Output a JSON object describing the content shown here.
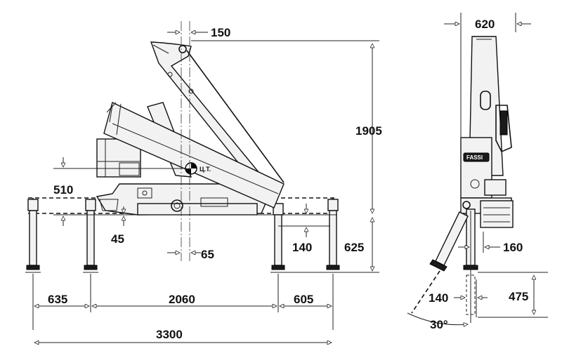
{
  "side_view": {
    "cog_label": "Ц.Т.",
    "dims": {
      "boom_offset": "150",
      "max_height": "1905",
      "outrigger_height": "510",
      "base_offset_left": "45",
      "column_offset": "65",
      "leg_offset": "140",
      "base_height": "625",
      "span_left": "635",
      "span_middle": "2060",
      "span_right": "605",
      "span_total": "3300"
    }
  },
  "front_view": {
    "plate_label": "FASSI",
    "dims": {
      "width": "620",
      "leg_offset": "160",
      "foot_offset": "140",
      "foot_height": "475",
      "angle": "30°"
    }
  },
  "colors": {
    "line": "#111111",
    "background": "#ffffff",
    "fill": "#f2f2f2"
  }
}
